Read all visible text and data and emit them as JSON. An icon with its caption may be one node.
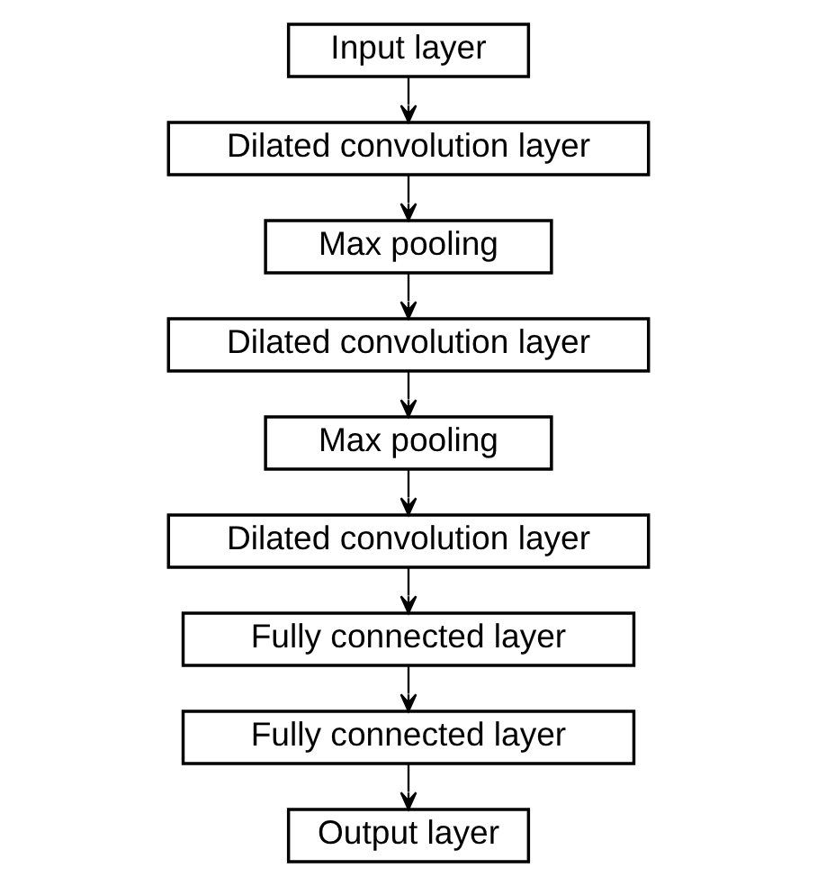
{
  "diagram": {
    "nodes": [
      {
        "text": [
          "Input layer"
        ]
      },
      {
        "text": [
          "Dilated convolution layer"
        ]
      },
      {
        "text": [
          "Max pooling"
        ]
      },
      {
        "text": [
          "Dilated convolution layer"
        ]
      },
      {
        "text": [
          "Max pooling"
        ]
      },
      {
        "text": [
          "Dilated convolution layer"
        ]
      },
      {
        "text": [
          "Fully connected layer"
        ]
      },
      {
        "text": [
          "Fully connected layer"
        ]
      },
      {
        "text": [
          "Output layer"
        ]
      }
    ],
    "edges": [
      {
        "from": 0,
        "to": 1,
        "arrow": "to"
      },
      {
        "from": 1,
        "to": 2,
        "arrow": "to"
      },
      {
        "from": 2,
        "to": 3,
        "arrow": "to"
      },
      {
        "from": 3,
        "to": 4,
        "arrow": "to"
      },
      {
        "from": 4,
        "to": 5,
        "arrow": "to"
      },
      {
        "from": 5,
        "to": 6,
        "arrow": "to"
      },
      {
        "from": 6,
        "to": 7,
        "arrow": "to"
      },
      {
        "from": 7,
        "to": 8,
        "arrow": "to"
      }
    ]
  }
}
